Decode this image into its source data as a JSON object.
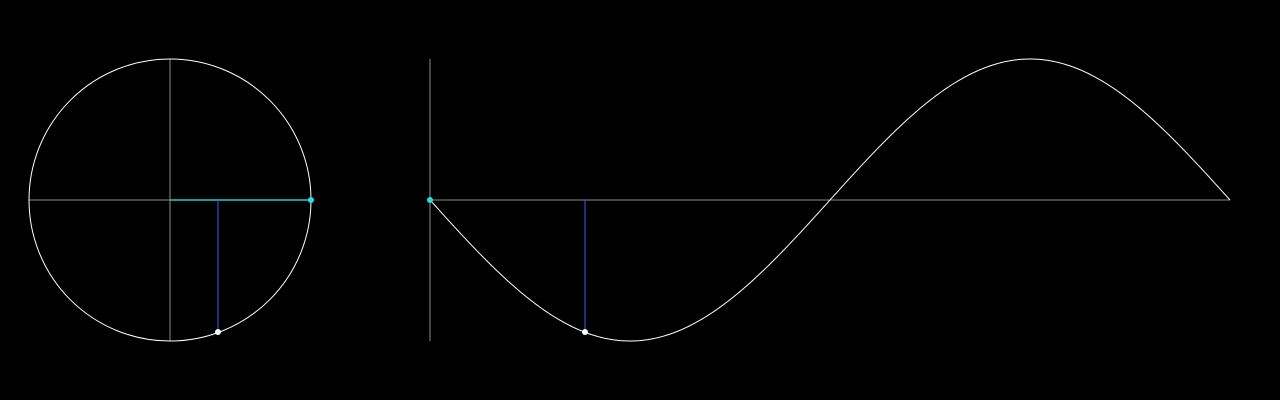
{
  "colors": {
    "background": "#000000",
    "curve": "#ffffff",
    "axis": "#8a8a8a",
    "radius": "#25c9cf",
    "projection": "#3060ff",
    "point": "#ffffff",
    "start_point": "#27e0e6"
  },
  "wave": {
    "function": "sine",
    "direction": "clockwise",
    "period_fraction_shown": 1.0,
    "current_angle_deg": -70,
    "amplitude": 1
  }
}
